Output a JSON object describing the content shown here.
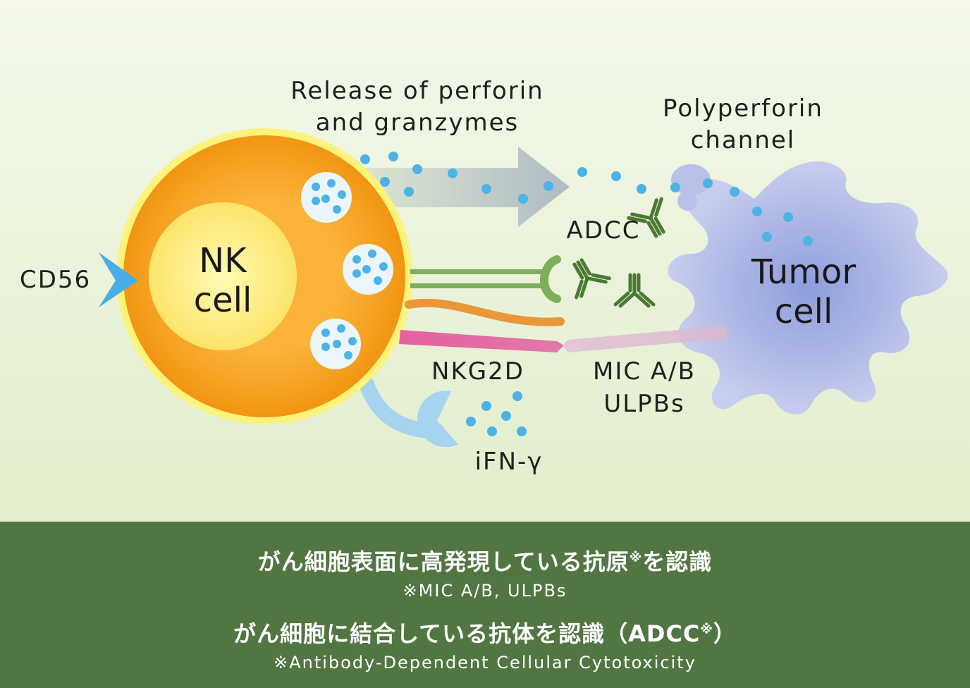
{
  "labels": {
    "release": [
      "Release of perforin",
      "and granzymes"
    ],
    "polyperforin": [
      "Polyperforin",
      "channel"
    ],
    "nk_cell": [
      "NK",
      "cell"
    ],
    "tumor_cell": [
      "Tumor",
      "cell"
    ],
    "cd56": "CD56",
    "adcc": "ADCC",
    "nkg2d": "NKG2D",
    "mic": [
      "MIC A/B",
      "ULPBs"
    ],
    "ifn": "iFN-γ"
  },
  "footer": {
    "line1_text": "がん細胞表面に高発現している抗原",
    "line1_mark": "※",
    "line1_tail": "を認識",
    "line2": "※MIC A/B, ULPBs",
    "line3_text": "がん細胞に結合している抗体を認識（ADCC",
    "line3_mark": "※",
    "line3_tail": "）",
    "line4": "※Antibody-Dependent Cellular Cytotoxicity"
  },
  "colors": {
    "nk_outer": "#f7a21b",
    "nk_inner": "#fdf28a",
    "granule": "#4db3e6",
    "tumor": "#aab4e4",
    "adcc_green": "#7fae5c",
    "antibody": "#4b7a35",
    "orange_line": "#e8973a",
    "pink_line": "#e0619c",
    "receptor": "#a6d4f0",
    "footer_bg": "#517642"
  }
}
